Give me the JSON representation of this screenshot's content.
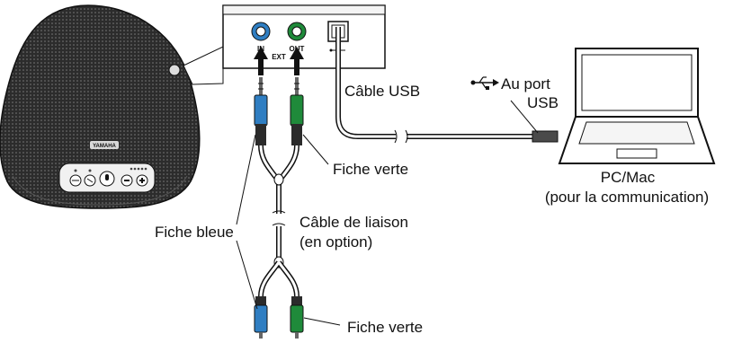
{
  "speaker": {
    "brand": "YAMAHA"
  },
  "panel": {
    "in_label": "IN",
    "out_label": "OUT",
    "ext_label": "EXT"
  },
  "labels": {
    "usb_cable": "Câble USB",
    "usb_port_line1": "Au port",
    "usb_port_line2": "USB",
    "pc_line1": "PC/Mac",
    "pc_line2": "(pour la communication)",
    "green_plug_top": "Fiche verte",
    "link_cable_line1": "Câble de liaison",
    "link_cable_line2": "(en option)",
    "blue_plug": "Fiche bleue",
    "green_plug_bottom": "Fiche verte"
  },
  "colors": {
    "blue_plug": "#2f7ec2",
    "green_plug": "#1f8a3a",
    "body": "#2b2b2b"
  }
}
